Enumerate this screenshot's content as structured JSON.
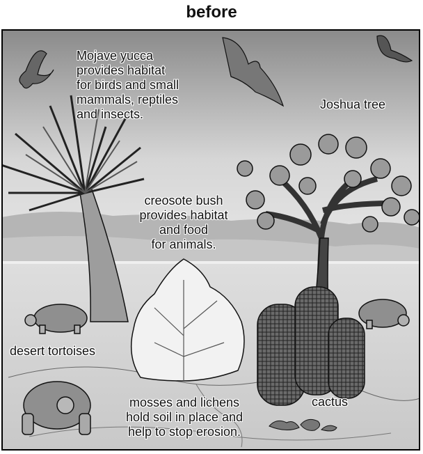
{
  "title": "before",
  "labels": {
    "mojave_yucca": [
      "Mojave yucca",
      "provides habitat",
      "for birds and small",
      "mammals, reptiles",
      "and insects."
    ],
    "joshua_tree": "Joshua tree",
    "creosote": [
      "creosote bush",
      "provides habitat",
      "and food",
      "for animals."
    ],
    "tortoises": "desert tortoises",
    "cactus": "cactus",
    "mosses": [
      "mosses and lichens",
      "hold soil in place and",
      "help to stop erosion."
    ]
  },
  "colors": {
    "sky_top": "#8c8c8c",
    "sky_bottom": "#dcdcdc",
    "ground": "#d4d4d4",
    "outline": "#111111"
  }
}
